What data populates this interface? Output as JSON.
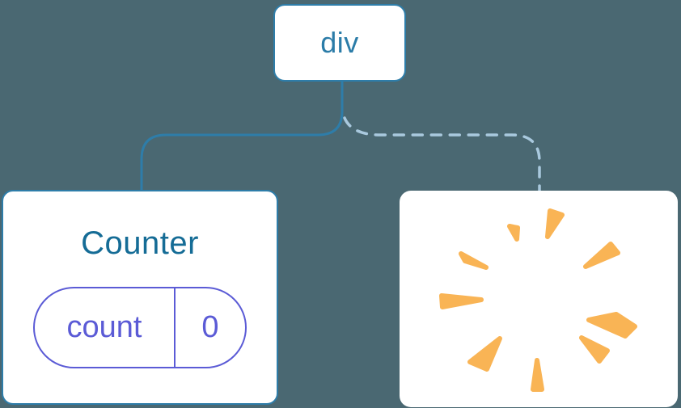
{
  "diagram": {
    "description": "component tree with root div, preserved Counter child with state, and removed child shown as poof",
    "background_color": "#4A6872",
    "root_node": {
      "label": "div"
    },
    "connectors": [
      {
        "to": "counter-card",
        "style": "solid",
        "color": "#2E7DA9"
      },
      {
        "to": "removed-card",
        "style": "dashed",
        "color": "#A9C9DE"
      }
    ],
    "counter_card": {
      "title": "Counter",
      "state": {
        "name": "count",
        "value": "0"
      }
    },
    "removed_card": {
      "icon": "poof-starburst-icon",
      "icon_color": "#F9B455"
    },
    "colors": {
      "node_border": "#2E7DA9",
      "node_text": "#2B7CA8",
      "title_text": "#156C96",
      "state_accent": "#5B5BD6",
      "solid_link": "#2E7DA9",
      "dashed_link": "#A9C9DE",
      "poof": "#F9B455",
      "card_bg": "#FFFFFF",
      "background": "#4A6872"
    }
  }
}
